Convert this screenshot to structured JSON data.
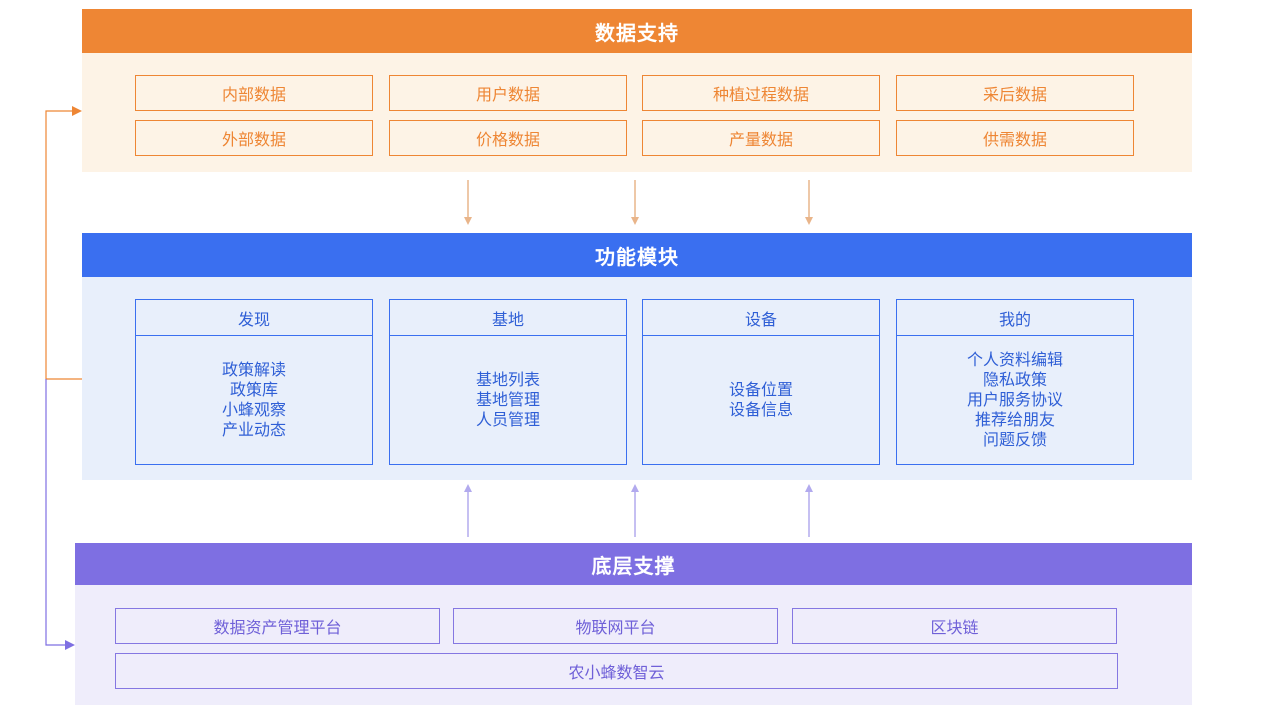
{
  "data_support": {
    "title": "数据支持",
    "items": [
      "内部数据",
      "用户数据",
      "种植过程数据",
      "采后数据",
      "外部数据",
      "价格数据",
      "产量数据",
      "供需数据"
    ]
  },
  "function_modules": {
    "title": "功能模块",
    "modules": [
      {
        "title": "发现",
        "items": [
          "政策解读",
          "政策库",
          "小蜂观察",
          "产业动态"
        ]
      },
      {
        "title": "基地",
        "items": [
          "基地列表",
          "基地管理",
          "人员管理"
        ]
      },
      {
        "title": "设备",
        "items": [
          "设备位置",
          "设备信息"
        ]
      },
      {
        "title": "我的",
        "items": [
          "个人资料编辑",
          "隐私政策",
          "用户服务协议",
          "推荐给朋友",
          "问题反馈"
        ]
      }
    ]
  },
  "underlying_support": {
    "title": "底层支撑",
    "items": [
      "数据资产管理平台",
      "物联网平台",
      "区块链",
      "农小蜂数智云"
    ]
  },
  "colors": {
    "data_support": "#ee8634",
    "function_modules": "#3a6ff0",
    "underlying_support": "#7e6fe2"
  }
}
